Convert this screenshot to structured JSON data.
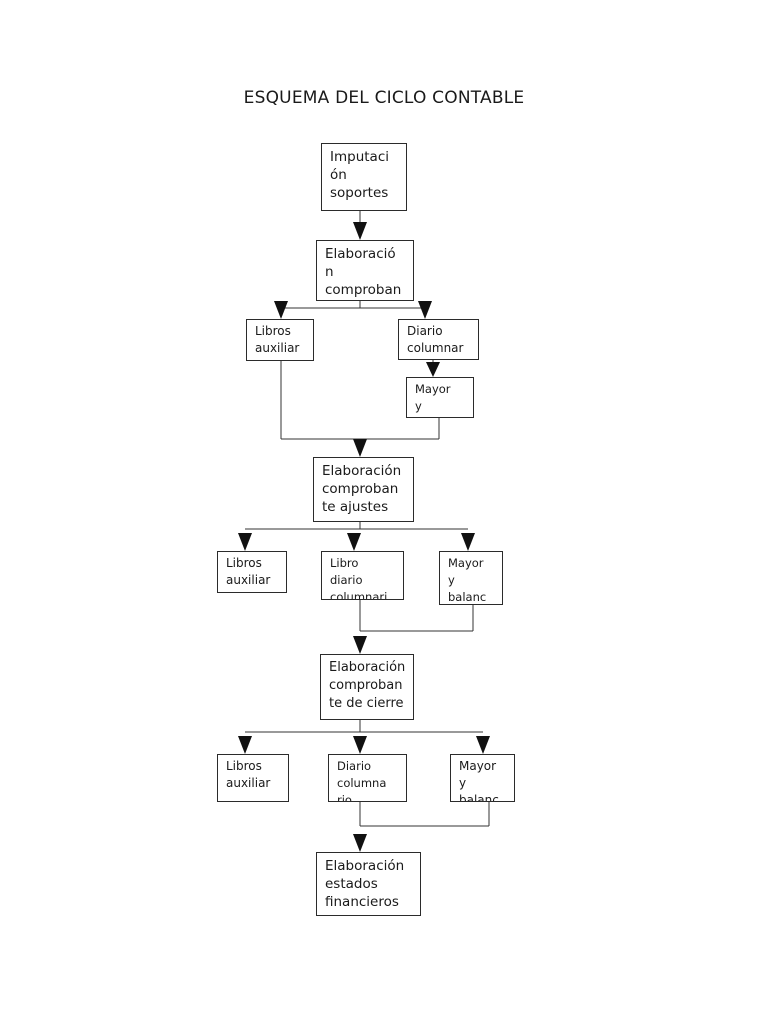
{
  "title": "ESQUEMA DEL CICLO CONTABLE",
  "nodes": {
    "imputacion": "Imputaci\nón\nsoportes",
    "comprobante": "Elaboració\nn\ncomproban",
    "libros1": "Libros\nauxiliar",
    "diario1": "Diario\ncolumnar",
    "mayor1": "Mayor\ny",
    "ajustes": "Elaboración\ncomproban\nte ajustes",
    "libros2": "Libros\nauxiliar",
    "libro_diario2": "Libro\ndiario\ncolumnari",
    "mayor2": "Mayor\ny\nbalanc",
    "cierre": "Elaboración\ncomproban\nte de cierre",
    "libros3": "Libros\nauxiliar",
    "diario3": "Diario\ncolumna\nrio",
    "mayor3": "Mayor\ny\nbalanc",
    "estados": "Elaboración\nestados\nfinancieros"
  }
}
